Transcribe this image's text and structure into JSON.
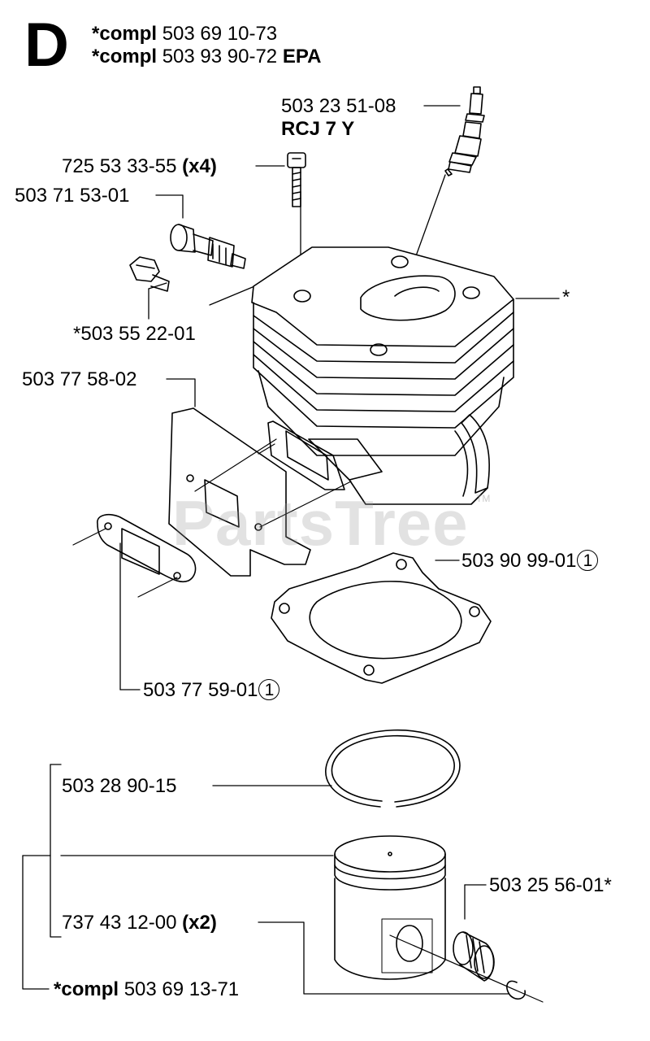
{
  "section": {
    "letter": "D",
    "header_lines": [
      {
        "prefix": "*compl",
        "number": "503 69 10-73",
        "suffix": ""
      },
      {
        "prefix": "*compl",
        "number": "503 93 90-72",
        "suffix": "EPA"
      }
    ]
  },
  "watermark": {
    "text": "PartsTree",
    "tm": "TM"
  },
  "parts": {
    "spark_plug": {
      "number": "503 23 51-08",
      "sub": "RCJ 7 Y"
    },
    "screw": {
      "number": "725 53 33-55",
      "qty": "(x4)"
    },
    "valve": {
      "number": "503 71 53-01"
    },
    "plug": {
      "number": "*503 55 22-01"
    },
    "cylinder": {
      "marker": "*"
    },
    "plate": {
      "number": "503 77 58-02"
    },
    "base_gasket": {
      "number": "503 90 99-01",
      "badge": "1"
    },
    "exhaust_gasket": {
      "number": "503 77 59-01",
      "badge": "1"
    },
    "ring": {
      "number": "503 28 90-15"
    },
    "bearing": {
      "number": "503 25 56-01*"
    },
    "circlip": {
      "number": "737 43 12-00",
      "qty": "(x2)"
    },
    "piston_compl": {
      "prefix": "*compl",
      "number": "503 69 13-71"
    }
  }
}
